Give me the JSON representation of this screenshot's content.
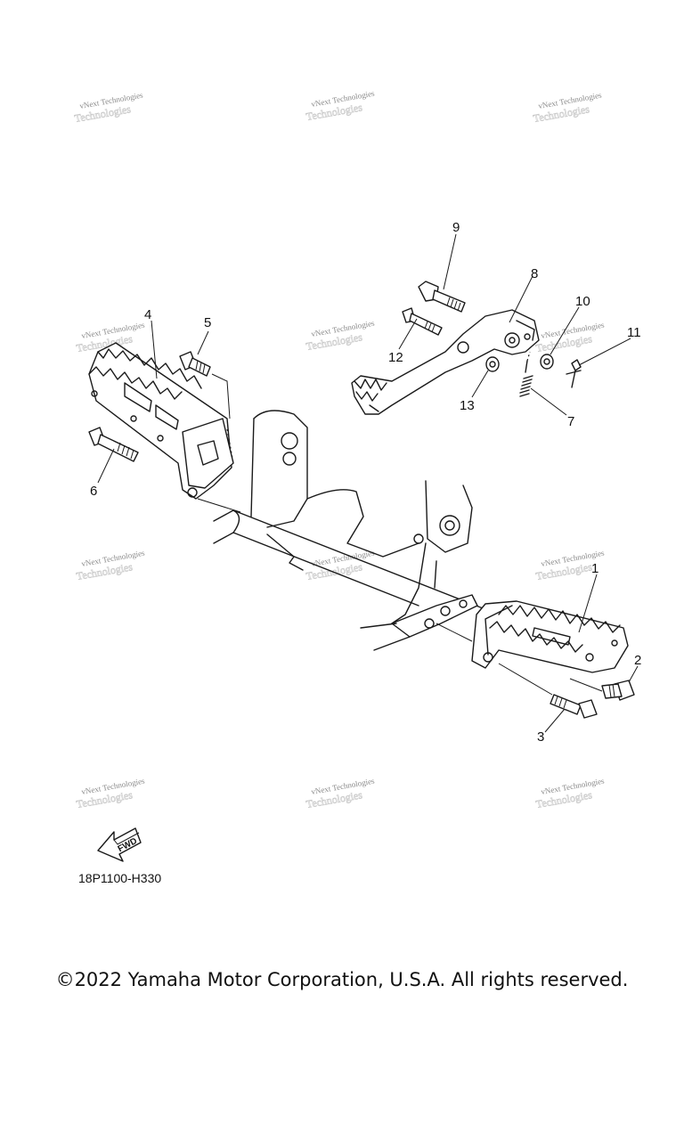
{
  "diagram": {
    "callouts": [
      {
        "id": "label-1",
        "text": "1"
      },
      {
        "id": "label-2",
        "text": "2"
      },
      {
        "id": "label-3",
        "text": "3"
      },
      {
        "id": "label-4",
        "text": "4"
      },
      {
        "id": "label-5",
        "text": "5"
      },
      {
        "id": "label-6",
        "text": "6"
      },
      {
        "id": "label-7",
        "text": "7"
      },
      {
        "id": "label-8",
        "text": "8"
      },
      {
        "id": "label-9",
        "text": "9"
      },
      {
        "id": "label-10",
        "text": "10"
      },
      {
        "id": "label-11",
        "text": "11"
      },
      {
        "id": "label-12",
        "text": "12"
      },
      {
        "id": "label-13",
        "text": "13"
      }
    ],
    "watermark": {
      "line1": "vNext Technologies",
      "line2": "Technologies"
    },
    "fwd_label": "FWD",
    "diagram_code": "18P1100-H330"
  },
  "footer": {
    "copyright": "©2022 Yamaha Motor Corporation, U.S.A. All rights reserved."
  }
}
